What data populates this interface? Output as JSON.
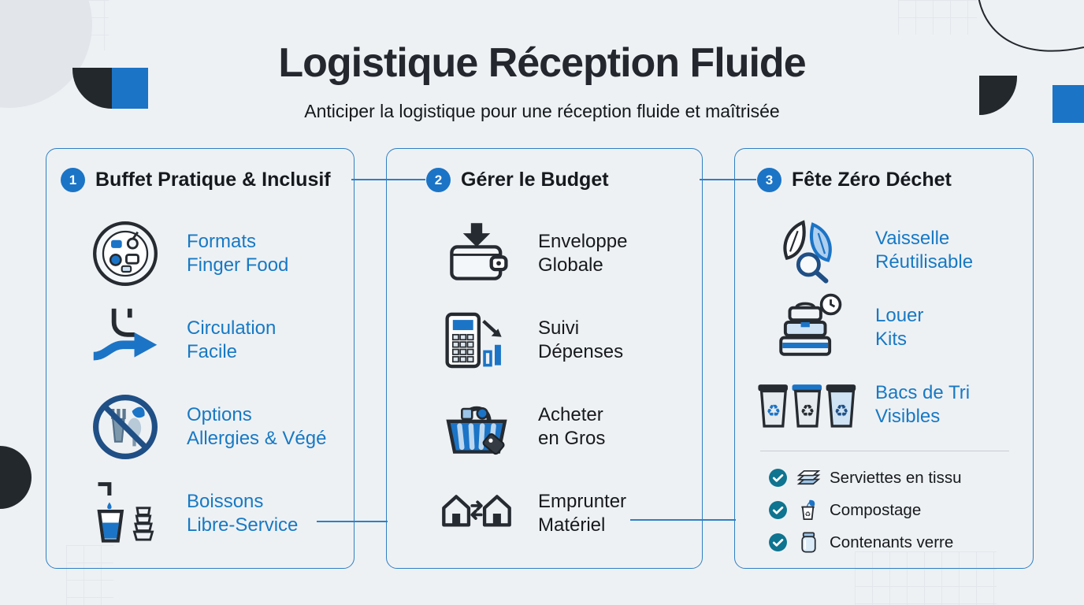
{
  "header": {
    "title": "Logistique Réception Fluide",
    "subtitle": "Anticiper la logistique pour une réception fluide et maîtrisée"
  },
  "sections": [
    {
      "number": "1",
      "title": "Buffet Pratique & Inclusif",
      "items": [
        {
          "icon": "finger-food-plate-icon",
          "label": "Formats\nFinger Food"
        },
        {
          "icon": "circulation-arrow-icon",
          "label": "Circulation\nFacile"
        },
        {
          "icon": "no-allergens-icon",
          "label": "Options\nAllergies & Végé"
        },
        {
          "icon": "self-service-drinks-icon",
          "label": "Boissons\nLibre-Service"
        }
      ]
    },
    {
      "number": "2",
      "title": "Gérer le Budget",
      "items": [
        {
          "icon": "wallet-deposit-icon",
          "label": "Enveloppe\nGlobale"
        },
        {
          "icon": "calculator-chart-icon",
          "label": "Suivi\nDépenses"
        },
        {
          "icon": "bulk-basket-icon",
          "label": "Acheter\nen Gros"
        },
        {
          "icon": "borrow-houses-icon",
          "label": "Emprunter\nMatériel"
        }
      ]
    },
    {
      "number": "3",
      "title": "Fête Zéro Déchet",
      "items": [
        {
          "icon": "reusable-leaves-icon",
          "label": "Vaisselle\nRéutilisable"
        },
        {
          "icon": "rental-kits-icon",
          "label": "Louer\nKits"
        },
        {
          "icon": "sorting-bins-icon",
          "label": "Bacs de Tri\nVisibles"
        }
      ],
      "checklist": [
        {
          "icon": "napkins-icon",
          "label": "Serviettes en tissu"
        },
        {
          "icon": "compost-icon",
          "label": "Compostage"
        },
        {
          "icon": "glass-jar-icon",
          "label": "Contenants verre"
        }
      ]
    }
  ],
  "colors": {
    "accent_blue": "#1b74c6",
    "link_blue": "#1779c4",
    "border_blue": "#2f80c3",
    "text_dark": "#17191d",
    "check_teal": "#0e7490",
    "background": "#eef1f4",
    "shape_dark": "#23282d"
  }
}
